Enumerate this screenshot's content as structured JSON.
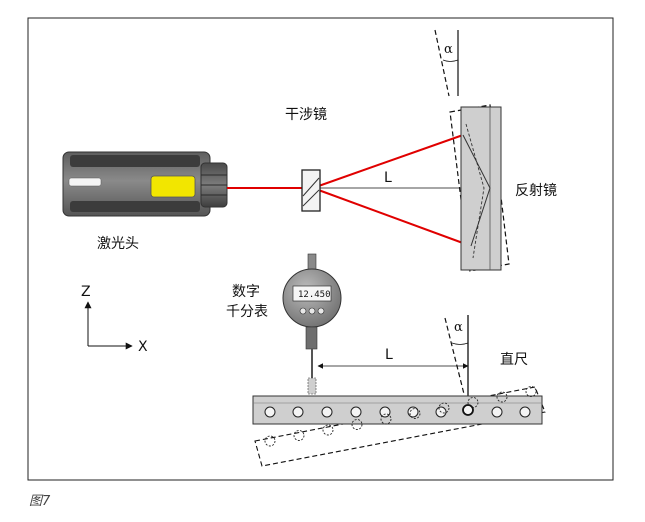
{
  "labels": {
    "interferometer": "干涉镜",
    "laser_head": "激光头",
    "reflector": "反射镜",
    "indicator_line1": "数字",
    "indicator_line2": "千分表",
    "straightedge": "直尺",
    "distance_top": "L",
    "distance_bottom": "L",
    "alpha_top": "α",
    "alpha_bottom": "α",
    "axis_z": "Z",
    "axis_x": "X",
    "indicator_reading": "12.450",
    "caption": "图7"
  },
  "colors": {
    "beam": "#e00000",
    "frame": "#222222",
    "laser_body": "#7a7a7a",
    "laser_window": "#f2e600",
    "reflector_fill": "#cfcfcf",
    "indicator_face": "#9a9a9a"
  }
}
